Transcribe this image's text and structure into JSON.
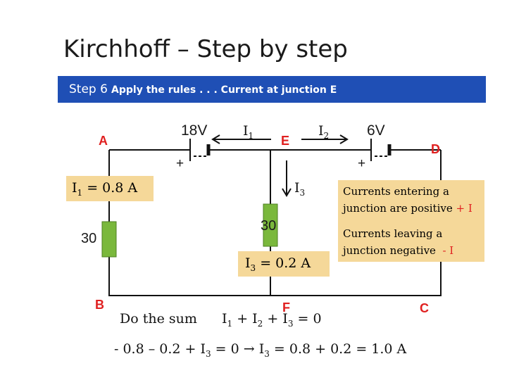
{
  "slide": {
    "title": "Kirchhoff – Step by step",
    "step_number": "Step 6",
    "step_text": "Apply the rules . . . Current at junction E"
  },
  "nodes": {
    "A": "A",
    "B": "B",
    "C": "C",
    "D": "D",
    "E": "E",
    "F": "F"
  },
  "components": {
    "battery_left": {
      "voltage": "18V",
      "plus": "+"
    },
    "battery_right": {
      "voltage": "6V",
      "plus": "+"
    },
    "resistor_left": "30",
    "resistor_middle": "30"
  },
  "currents": {
    "I1": {
      "sym": "I",
      "sub": "1"
    },
    "I2": {
      "sym": "I",
      "sub": "2"
    },
    "I3": {
      "sym": "I",
      "sub": "3"
    }
  },
  "boxes": {
    "i1_value": {
      "sym": "I",
      "sub": "1",
      "rest": " = 0.8 A"
    },
    "i3_value": {
      "sym": "I",
      "sub": "3",
      "rest": " = 0.2 A"
    },
    "rule_entering_line1": "Currents entering a",
    "rule_entering_line2": "junction  are positive",
    "rule_entering_sign": "+ I",
    "rule_leaving_line1": "Currents leaving a",
    "rule_leaving_line2": "junction negative",
    "rule_leaving_sign": "- I"
  },
  "working": {
    "do_the_sum": "Do the sum",
    "eq1": {
      "a": "I",
      "a_sub": "1",
      "b": " +  I",
      "b_sub": "2",
      "c": " + I",
      "c_sub": "3",
      "d": " = 0"
    },
    "eq2": {
      "a": "- 0.8 – 0.2  + I",
      "a_sub": "3",
      "b": " = 0  →  I",
      "b_sub": "3",
      "c": " = 0.8 + 0.2 = 1.0 A"
    }
  },
  "colors": {
    "step_bar": "#1f4fb5",
    "wire": "#111111",
    "resistor": "#7ab83c",
    "highlight_box": "#f5d899",
    "node_red": "#e02020",
    "node_blue": "#1f3fa8"
  }
}
